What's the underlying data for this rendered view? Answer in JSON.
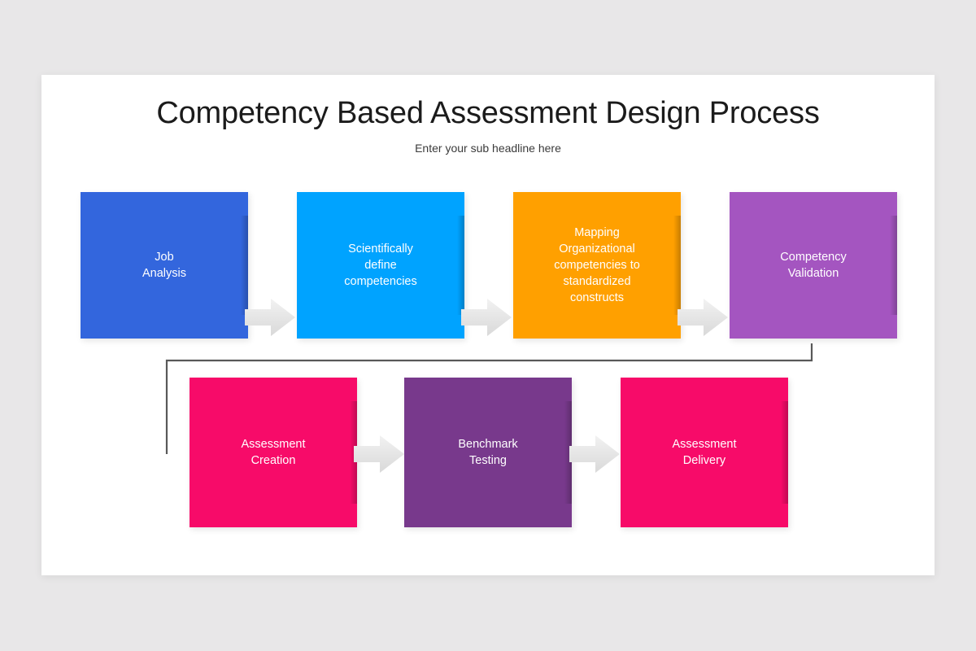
{
  "slide": {
    "title": "Competency Based Assessment Design Process",
    "subtitle": "Enter your sub headline here",
    "background_color": "#e8e7e8",
    "card_color": "#ffffff"
  },
  "diagram": {
    "type": "process-flow",
    "connector_color": "#595959",
    "arrow_color": "#e6e6e6",
    "row1": [
      {
        "id": "step-1",
        "label": "Job\nAnalysis",
        "color": "#3366dd"
      },
      {
        "id": "step-2",
        "label": "Scientifically\ndefine\ncompetencies",
        "color": "#00a3ff"
      },
      {
        "id": "step-3",
        "label": "Mapping\nOrganizational\ncompetencies to\nstandardized\nconstructs",
        "color": "#ffa000"
      },
      {
        "id": "step-4",
        "label": "Competency\nValidation",
        "color": "#a455c0"
      }
    ],
    "row2": [
      {
        "id": "step-5",
        "label": "Assessment\nCreation",
        "color": "#f70b69"
      },
      {
        "id": "step-6",
        "label": "Benchmark\nTesting",
        "color": "#78398c"
      },
      {
        "id": "step-7",
        "label": "Assessment\nDelivery",
        "color": "#f70b69"
      }
    ],
    "arrows": [
      {
        "id": "arrow-1-2",
        "between": "step-1 to step-2"
      },
      {
        "id": "arrow-2-3",
        "between": "step-2 to step-3"
      },
      {
        "id": "arrow-3-4",
        "between": "step-3 to step-4"
      },
      {
        "id": "arrow-5-6",
        "between": "step-5 to step-6"
      },
      {
        "id": "arrow-6-7",
        "between": "step-6 to step-7"
      }
    ]
  }
}
